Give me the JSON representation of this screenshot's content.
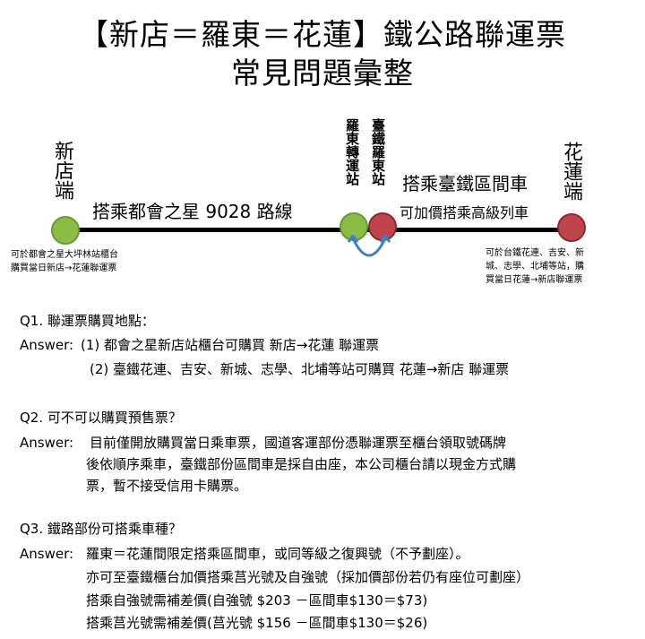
{
  "title": {
    "line1": "【新店＝羅東＝花蓮】鐵公路聯運票",
    "line2": "常見問題彙整"
  },
  "map": {
    "endpoint_left": "新店端",
    "endpoint_right": "花蓮端",
    "station_transfer": "羅東轉運站",
    "station_tra": "臺鐵羅東站",
    "segment1": "搭乘都會之星 9028 路線",
    "segment2_line1": "搭乘臺鐵區間車",
    "segment2_line2": "可加價搭乘高級列車",
    "note_left_line1": "可於都會之星大坪林站櫃台",
    "note_left_line2": "購買當日新店→花蓮聯運票",
    "note_right_lines": [
      "可於台鐵花連、吉安、新",
      "城、志學、北埔等站，購",
      "買當日花蓮→新店聯運票"
    ],
    "colors": {
      "green_stop": "#8bbd45",
      "red_stop": "#c0444c",
      "arrow": "#3d7fc0"
    }
  },
  "faq": {
    "q1": {
      "question": "Q1. 聯運票購買地點：",
      "answer_label": "Answer:",
      "lines": [
        "(1) 都會之星新店站櫃台可購買 新店→花蓮 聯運票",
        "(2) 臺鐵花連、吉安、新城、志學、北埔等站可購買 花蓮→新店 聯運票"
      ]
    },
    "q2": {
      "question": "Q2. 可不可以購買預售票？",
      "answer_label": "Answer:",
      "lines": [
        "目前僅開放購買當日乘車票，國道客運部份憑聯運票至櫃台領取號碼牌",
        "後依順序乘車，臺鐵部份區間車是採自由座，本公司櫃台請以現金方式購",
        "票，暫不接受信用卡購票。"
      ]
    },
    "q3": {
      "question": "Q3. 鐵路部份可搭乘車種？",
      "answer_label": "Answer:",
      "lines": [
        "羅東＝花蓮間限定搭乘區間車，或同等級之復興號（不予劃座）。",
        "亦可至臺鐵櫃台加價搭乘莒光號及自強號（採加價部份若仍有座位可劃座）",
        "搭乘自強號需補差價(自強號  $203 －區間車$130＝$73)",
        "搭乘莒光號需補差價(莒光號  $156 －區間車$130＝$26)"
      ]
    }
  }
}
